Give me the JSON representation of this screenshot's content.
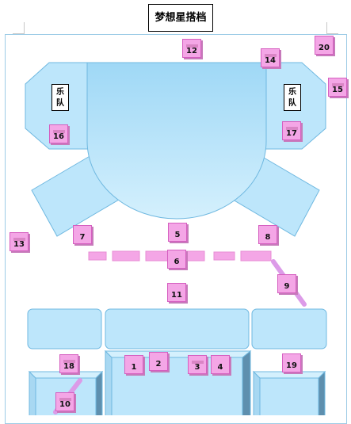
{
  "title": "梦想星搭档",
  "banners": [
    {
      "id": "left",
      "text": "乐队"
    },
    {
      "id": "right",
      "text": "乐队"
    }
  ],
  "markers": [
    "1",
    "2",
    "3",
    "4",
    "5",
    "6",
    "7",
    "8",
    "9",
    "10",
    "11",
    "12",
    "13",
    "14",
    "15",
    "16",
    "17",
    "18",
    "19",
    "20"
  ],
  "colors": {
    "stage_fill": "#bde6fb",
    "stage_stroke": "#6fb8e0",
    "marker_fill": "#f4a6e6",
    "marker_border": "#d55fc0"
  }
}
